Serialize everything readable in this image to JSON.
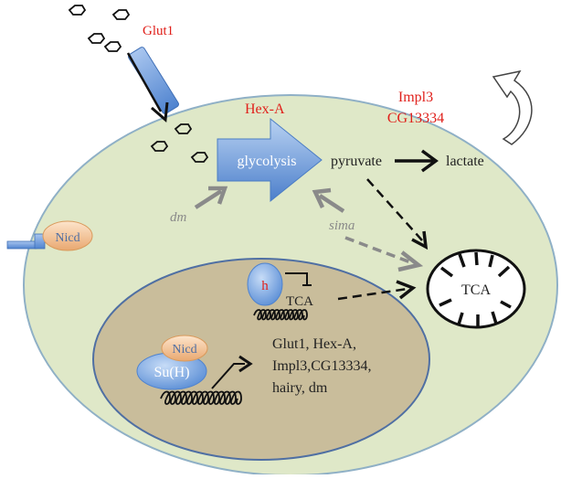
{
  "labels": {
    "glut1": "Glut1",
    "hex_a": "Hex-A",
    "impl3": "Impl3",
    "cg13334": "CG13334",
    "glycolysis": "glycolysis",
    "pyruvate": "pyruvate",
    "lactate": "lactate",
    "dm": "dm",
    "sima": "sima",
    "nicd_membrane": "Nicd",
    "h": "h",
    "tca_gene": "TCA",
    "tca_mito": "TCA",
    "nicd_nucleus": "Nicd",
    "su_h": "Su(H)",
    "targets": [
      "Glut1, Hex-A,",
      "Impl3,CG13334,",
      "hairy, dm"
    ]
  },
  "colors": {
    "cell": "#dfe8c8",
    "nucleus": "#c9bd9b",
    "red_text": "#e0201b",
    "blue": "#5b8fd6",
    "nicd": "#f2c49a",
    "grey_arrow": "#8a8a8a"
  }
}
